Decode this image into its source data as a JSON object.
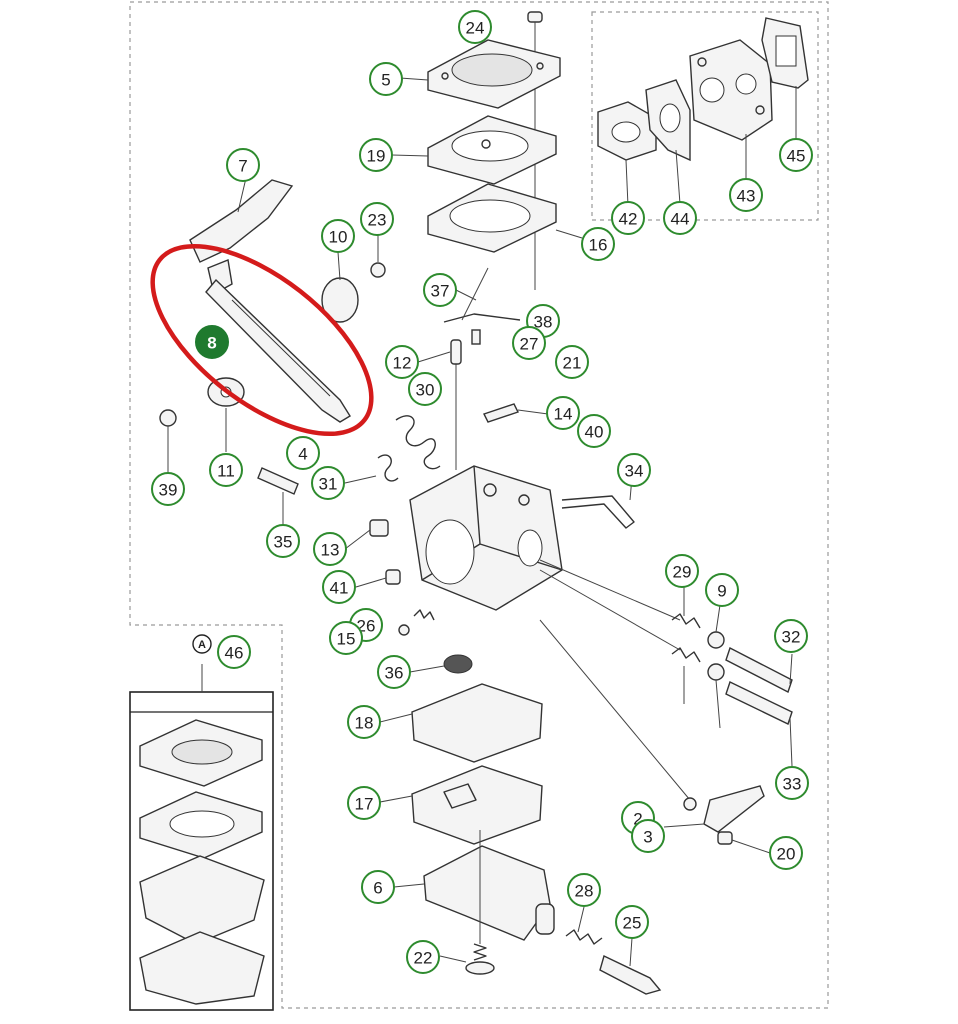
{
  "diagram": {
    "highlight_color": "#d41b1b",
    "callout_color": "#2e8b2e",
    "selected_part": "8",
    "kit_label": "A",
    "callouts": [
      "24",
      "5",
      "19",
      "7",
      "23",
      "10",
      "16",
      "42",
      "44",
      "43",
      "45",
      "37",
      "38",
      "27",
      "12",
      "21",
      "30",
      "14",
      "40",
      "8",
      "4",
      "11",
      "39",
      "31",
      "35",
      "34",
      "13",
      "41",
      "29",
      "9",
      "32",
      "26",
      "15",
      "36",
      "46",
      "18",
      "17",
      "2",
      "3",
      "20",
      "6",
      "28",
      "25",
      "22",
      "33"
    ]
  }
}
